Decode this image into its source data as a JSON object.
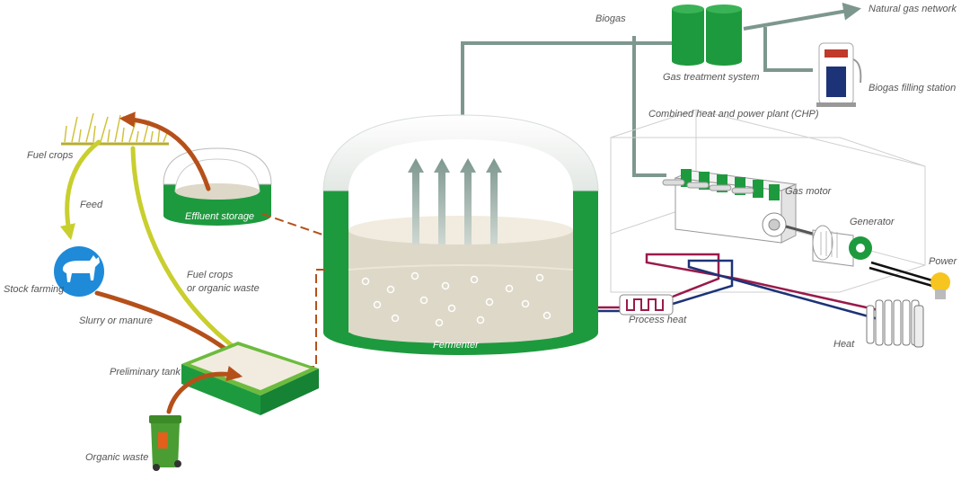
{
  "labels": {
    "biogas": "Biogas",
    "natural_gas_network": "Natural gas network",
    "gas_treatment_system": "Gas treatment system",
    "biogas_filling_station": "Biogas filling station",
    "chp": "Combined heat and power plant (CHP)",
    "gas_motor": "Gas motor",
    "generator": "Generator",
    "power": "Power",
    "process_heat": "Process heat",
    "heat": "Heat",
    "fermenter": "Fermenter",
    "fuel_crops": "Fuel crops",
    "feed": "Feed",
    "effluent_storage": "Effluent storage",
    "stock_farming": "Stock farming",
    "slurry_or_manure": "Slurry or manure",
    "fuel_crops_or_organic_waste_line1": "Fuel crops",
    "fuel_crops_or_organic_waste_line2": "or organic waste",
    "preliminary_tank": "Preliminary tank",
    "organic_waste": "Organic waste"
  },
  "colors": {
    "green": "#1e9a3e",
    "gas_pipe": "#7d978f",
    "arrow_brown": "#b5501a",
    "arrow_yellow": "#c8cf2e",
    "heat_red": "#9a1a4a",
    "heat_blue": "#1d3378",
    "stock_blue": "#1f8ad8",
    "bulb_yellow": "#f7c520"
  },
  "icons": [
    "goat-icon",
    "bulb-icon",
    "radiator-icon",
    "fuel-pump-icon",
    "waste-bin-icon",
    "gas-tank-icon",
    "heat-exchanger-icon",
    "gas-motor-icon",
    "generator-icon"
  ]
}
